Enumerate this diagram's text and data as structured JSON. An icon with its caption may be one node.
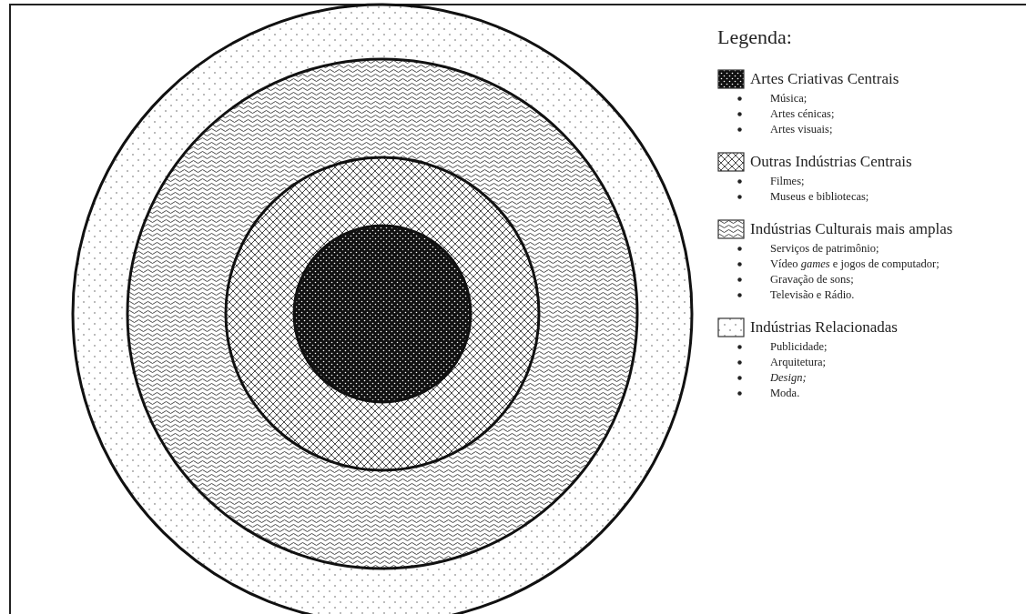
{
  "diagram": {
    "labels": [
      "Legenda:",
      "Música;",
      "Artes cénicas;",
      "Artes visuais;",
      "Filmes;",
      "Museus e bibliotecas;",
      "Serviços de patrimônio;",
      "Vídeo *games* e jogos de computador;",
      "Gravação de sons;",
      "Televisão e Rádio.",
      "Publicidade;",
      "Arquitetura;",
      "Design;",
      "Moda."
    ],
    "legend": [
      {
        "text": "Artes Criativas Centrais"
      },
      {
        "text": "Outras Indústrias Centrais"
      },
      {
        "text": "Indústrias Culturais mais amplas"
      },
      {
        "text": "Indústrias Relacionadas"
      }
    ]
  }
}
